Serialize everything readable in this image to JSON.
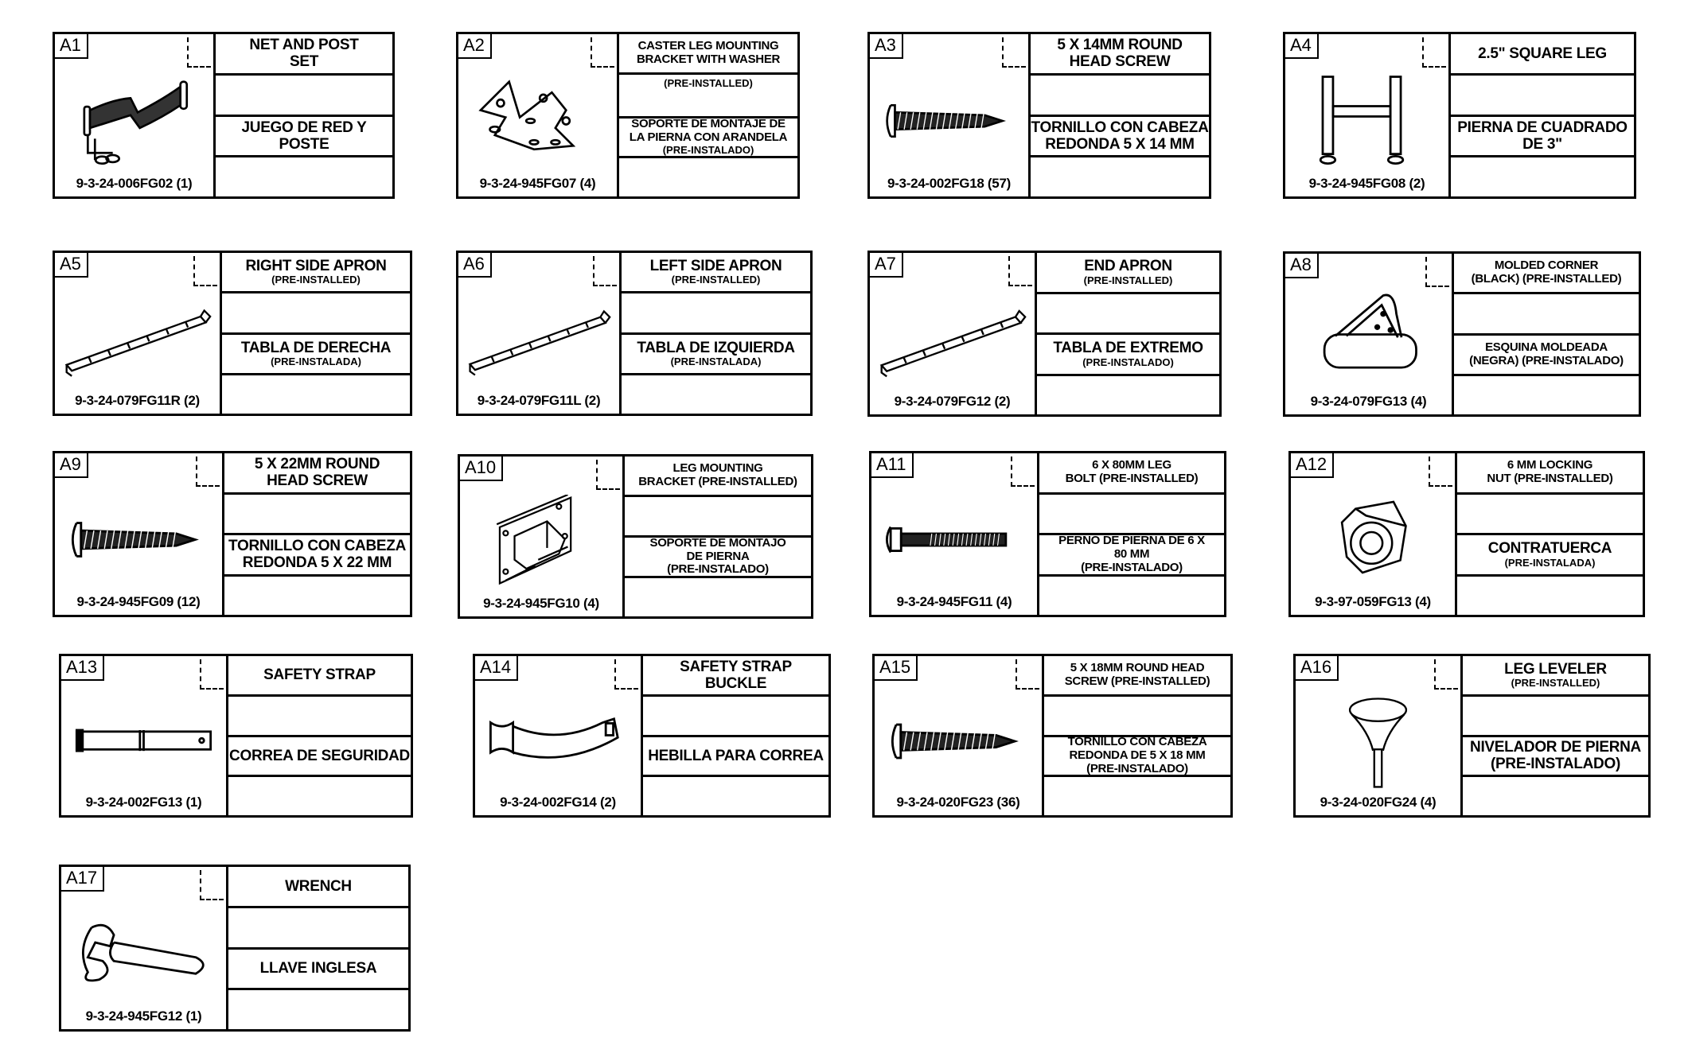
{
  "parts": [
    {
      "id": "A1",
      "part_number": "9-3-24-006FG02 (1)",
      "en": [
        "NET AND POST",
        "SET"
      ],
      "en_sub": "",
      "es": [
        "JUEGO DE RED Y",
        "POSTE"
      ],
      "es_sub": "",
      "icon": "net-and-post-icon"
    },
    {
      "id": "A2",
      "part_number": "9-3-24-945FG07  (4)",
      "en": [
        "CASTER LEG MOUNTING",
        "BRACKET WITH WASHER"
      ],
      "en_sub": "",
      "blank1": "(PRE-INSTALLED)",
      "es": [
        "SOPORTE DE MONTAJE DE",
        "LA PIERNA CON ARANDELA"
      ],
      "es_sub": "(PRE-INSTALADO)",
      "icon": "caster-bracket-icon"
    },
    {
      "id": "A3",
      "part_number": "9-3-24-002FG18 (57)",
      "en": [
        "5 X 14MM ROUND",
        "HEAD SCREW"
      ],
      "en_sub": "",
      "es": [
        "TORNILLO CON CABEZA",
        "REDONDA 5 X  14 MM"
      ],
      "es_sub": "",
      "icon": "screw-icon"
    },
    {
      "id": "A4",
      "part_number": "9-3-24-945FG08 (2)",
      "en": [
        "2.5\" SQUARE LEG"
      ],
      "en_sub": "",
      "es": [
        "PIERNA DE CUADRADO",
        "DE 3\""
      ],
      "es_sub": "",
      "icon": "square-leg-icon"
    },
    {
      "id": "A5",
      "part_number": "9-3-24-079FG11R (2)",
      "en": [
        "RIGHT SIDE APRON"
      ],
      "en_sub": "(PRE-INSTALLED)",
      "es": [
        "TABLA DE DERECHA"
      ],
      "es_sub": "(PRE-INSTALADA)",
      "icon": "apron-icon"
    },
    {
      "id": "A6",
      "part_number": "9-3-24-079FG11L (2)",
      "en": [
        "LEFT SIDE APRON"
      ],
      "en_sub": "(PRE-INSTALLED)",
      "es": [
        "TABLA DE IZQUIERDA"
      ],
      "es_sub": "(PRE-INSTALADA)",
      "icon": "apron-icon"
    },
    {
      "id": "A7",
      "part_number": "9-3-24-079FG12 (2)",
      "en": [
        "END APRON"
      ],
      "en_sub": "(PRE-INSTALLED)",
      "es": [
        "TABLA DE EXTREMO"
      ],
      "es_sub": "(PRE-INSTALADO)",
      "icon": "apron-icon"
    },
    {
      "id": "A8",
      "part_number": "9-3-24-079FG13 (4)",
      "en": [
        "MOLDED CORNER",
        "(BLACK) (PRE-INSTALLED)"
      ],
      "en_sub": "",
      "es": [
        "ESQUINA MOLDEADA",
        "(NEGRA) (PRE-INSTALADO)"
      ],
      "es_sub": "",
      "icon": "molded-corner-icon"
    },
    {
      "id": "A9",
      "part_number": "9-3-24-945FG09 (12)",
      "en": [
        "5 X 22MM ROUND",
        "HEAD SCREW"
      ],
      "en_sub": "",
      "es": [
        "TORNILLO CON CABEZA",
        "REDONDA 5 X 22 MM"
      ],
      "es_sub": "",
      "icon": "screw-icon"
    },
    {
      "id": "A10",
      "part_number": "9-3-24-945FG10 (4)",
      "en": [
        "LEG MOUNTING",
        "BRACKET  (PRE-INSTALLED)"
      ],
      "en_sub": "",
      "es": [
        "SOPORTE DE MONTAJO",
        "DE PIERNA",
        "(PRE-INSTALADO)"
      ],
      "es_sub": "",
      "icon": "leg-bracket-icon"
    },
    {
      "id": "A11",
      "part_number": "9-3-24-945FG11 (4)",
      "en": [
        "6 X 80MM LEG",
        "BOLT (PRE-INSTALLED)"
      ],
      "en_sub": "",
      "es": [
        "PERNO DE PIERNA DE 6 X",
        "80 MM",
        "(PRE-INSTALADO)"
      ],
      "es_sub": "",
      "icon": "bolt-icon"
    },
    {
      "id": "A12",
      "part_number": "9-3-97-059FG13 (4)",
      "en": [
        "6 MM LOCKING",
        "NUT (PRE-INSTALLED)"
      ],
      "en_sub": "",
      "es": [
        "CONTRATUERCA"
      ],
      "es_sub": "(PRE-INSTALADA)",
      "icon": "hex-nut-icon"
    },
    {
      "id": "A13",
      "part_number": "9-3-24-002FG13 (1)",
      "en": [
        "SAFETY STRAP"
      ],
      "en_sub": "",
      "es": [
        "CORREA DE SEGURIDAD"
      ],
      "es_sub": "",
      "icon": "safety-strap-icon"
    },
    {
      "id": "A14",
      "part_number": "9-3-24-002FG14 (2)",
      "en": [
        "SAFETY STRAP",
        "BUCKLE"
      ],
      "en_sub": "",
      "es": [
        "HEBILLA PARA CORREA"
      ],
      "es_sub": "",
      "icon": "strap-buckle-icon"
    },
    {
      "id": "A15",
      "part_number": "9-3-24-020FG23 (36)",
      "en": [
        "5 X 18MM ROUND HEAD",
        "SCREW (PRE-INSTALLED)"
      ],
      "en_sub": "",
      "es": [
        "TORNILLO CON CABEZA",
        "REDONDA DE 5 X 18 MM",
        "(PRE-INSTALADO)"
      ],
      "es_sub": "",
      "icon": "screw-icon"
    },
    {
      "id": "A16",
      "part_number": "9-3-24-020FG24 (4)",
      "en": [
        "LEG LEVELER"
      ],
      "en_sub": "(PRE-INSTALLED)",
      "es": [
        "NIVELADOR DE PIERNA",
        "(PRE-INSTALADO)"
      ],
      "es_sub": "",
      "icon": "leg-leveler-icon"
    },
    {
      "id": "A17",
      "part_number": "9-3-24-945FG12 (1)",
      "en": [
        "WRENCH"
      ],
      "en_sub": "",
      "es": [
        "LLAVE INGLESA"
      ],
      "es_sub": "",
      "icon": "wrench-icon"
    }
  ]
}
